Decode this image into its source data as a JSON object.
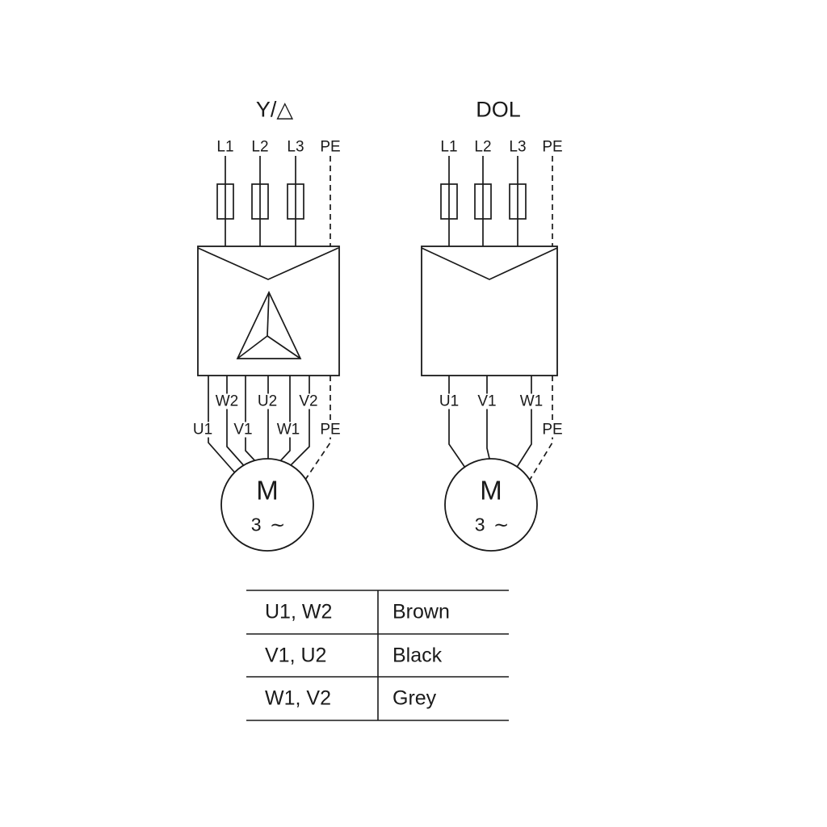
{
  "colors": {
    "stroke": "#1a1a1a",
    "background": "#ffffff"
  },
  "star_delta": {
    "title": "Y/△",
    "supply_labels": [
      "L1",
      "L2",
      "L3",
      "PE"
    ],
    "lead_row1": [
      "W2",
      "U2",
      "V2"
    ],
    "lead_row2": [
      "U1",
      "V1",
      "W1",
      "PE"
    ],
    "motor": {
      "letter": "M",
      "phases": "3 ∼"
    }
  },
  "dol": {
    "title": "DOL",
    "supply_labels": [
      "L1",
      "L2",
      "L3",
      "PE"
    ],
    "lead_row1": [
      "U1",
      "V1",
      "W1"
    ],
    "pe_label": "PE",
    "motor": {
      "letter": "M",
      "phases": "3 ∼"
    }
  },
  "wire_color_table": {
    "rows": [
      {
        "terminals": "U1, W2",
        "color": "Brown"
      },
      {
        "terminals": "V1, U2",
        "color": "Black"
      },
      {
        "terminals": "W1, V2",
        "color": "Grey"
      }
    ]
  }
}
